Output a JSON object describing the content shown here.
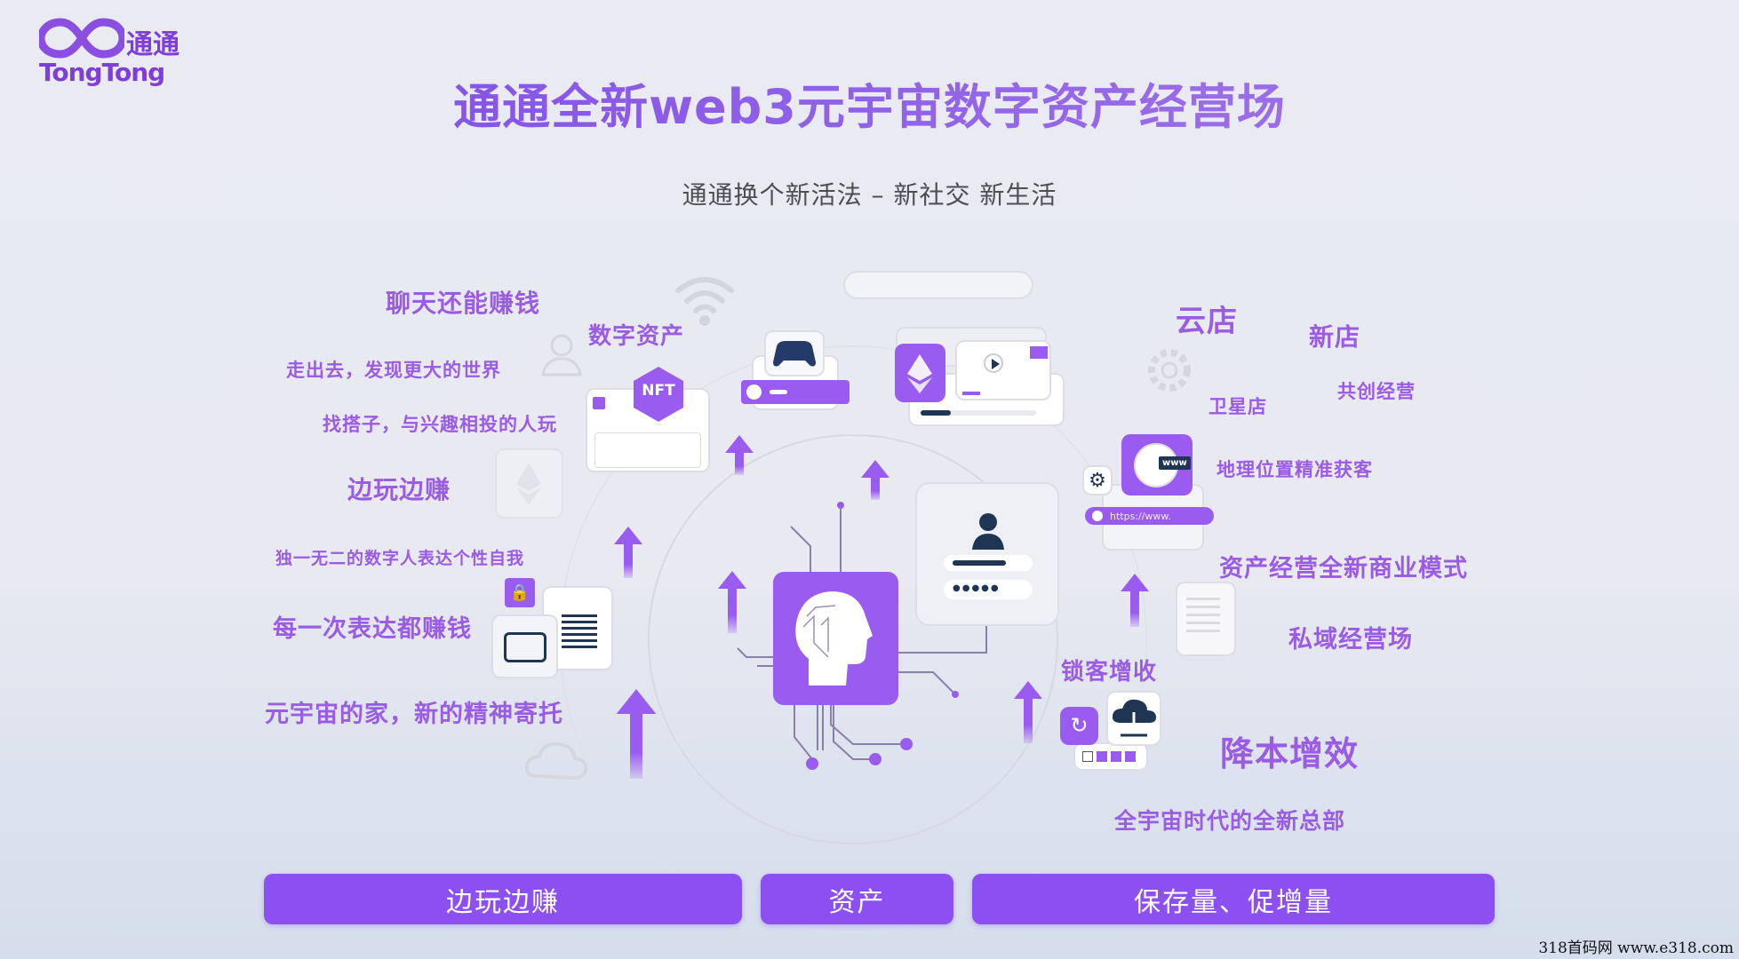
{
  "logo": {
    "cn": "通通",
    "en": "TongTong"
  },
  "header": {
    "title": "通通全新web3元宇宙数字资产经营场",
    "subtitle": "通通换个新活法 – 新社交 新生活"
  },
  "left_labels": [
    "聊天还能赚钱",
    "走出去，发现更大的世界",
    "找搭子，与兴趣相投的人玩",
    "边玩边赚",
    "独一无二的数字人表达个性自我",
    "每一次表达都赚钱",
    "元宇宙的家，新的精神寄托",
    "数字资产"
  ],
  "right_labels": [
    "云店",
    "新店",
    "卫星店",
    "共创经营",
    "地理位置精准获客",
    "资产经营全新商业模式",
    "私域经营场",
    "锁客增收",
    "降本增效",
    "全宇宙时代的全新总部"
  ],
  "illustration": {
    "nft_badge": "NFT",
    "url_text": "https://www.",
    "www_badge": "www",
    "password_mask": "●●●●●"
  },
  "bottom_buttons": [
    "边玩边赚",
    "资产",
    "保存量、促增量"
  ],
  "watermark": "318首码网  www.e318.com",
  "colors": {
    "accent": "#8c4ff2",
    "label": "#9a5ce2",
    "navy": "#1e3553"
  }
}
